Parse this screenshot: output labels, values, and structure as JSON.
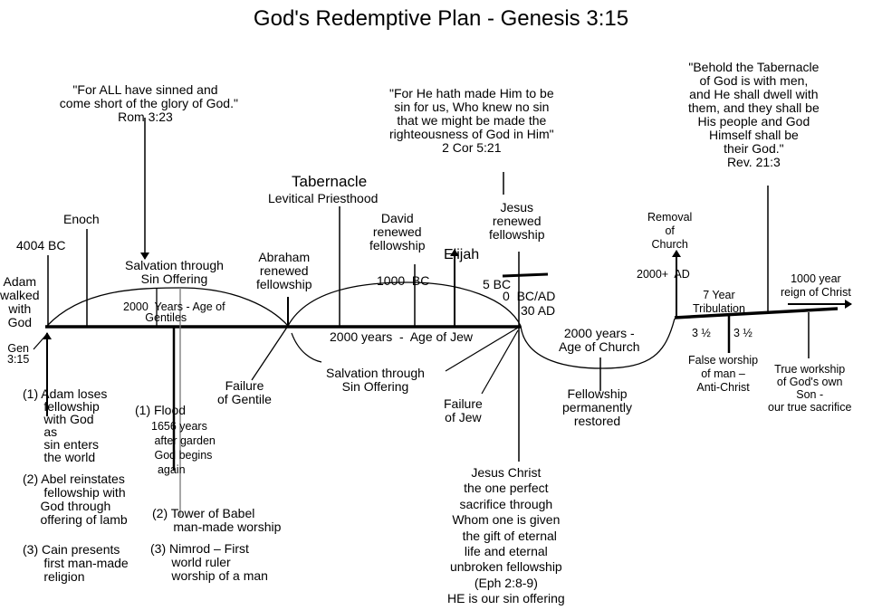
{
  "title": "God's Redemptive Plan - Genesis 3:15",
  "quotes": {
    "rom": "\"For ALL have sinned and\n  come short of the glory of God.\"\nRom 3:23",
    "cor": "\"For He hath made Him to be\nsin for us, Who knew no sin\nthat we might be made the\nrighteousness of God in Him\"\n2 Cor 5:21",
    "rev": "\"Behold the Tabernacle\nof God is with men,\nand He shall dwell with\nthem, and they shall be\nHis people and God\nHimself shall be\ntheir God.\"\nRev. 21:3"
  },
  "labels": {
    "adam_walked": "Adam\nwalked\nwith\nGod",
    "bc4004": "4004 BC",
    "enoch": "Enoch",
    "gen315": "Gen\n3:15",
    "salvation1": "Salvation through\nSin Offering",
    "age_gentiles": "2000  Years - Age of\n       Gentiles",
    "abraham": "Abraham\nrenewed\nfellowship",
    "failure_gentile": "Failure\nof Gentile",
    "tabernacle": "Tabernacle",
    "levitical": "Levitical Priesthood",
    "david": "David\nrenewed\nfellowship",
    "bc1000": "1000  BC",
    "elijah": "Elijah",
    "bc5": "5 BC",
    "bcad": "0  BC/AD",
    "ad30": "30 AD",
    "age_jew": "2000 years  -  Age of Jew",
    "salvation2": "Salvation through\nSin Offering",
    "failure_jew": "Failure\nof Jew",
    "jesus_renewed": "Jesus\nrenewed\nfellowship",
    "jesus_christ": "Jesus Christ\nthe one perfect\nsacrifice through\nWhom one is given\n  the gift of eternal\nlife and eternal\nunbroken fellowship\n(Eph 2:8-9)\nHE is our sin offering",
    "age_church": "2000 years -\nAge of Church",
    "fellowship_restored": "Fellowship\npermanently\nrestored",
    "removal": "Removal\nof\nChurch",
    "ad2000": "2000+  AD",
    "tribulation": "7 Year\nTribulation",
    "half1": "3 ½",
    "half2": "3 ½",
    "false_worship": "False worship\nof man –\nAnti-Christ",
    "reign": "1000 year\nreign of Christ",
    "true_worship": "True workship\nof God's own\nSon -\nour true sacrifice"
  },
  "notes": {
    "adam1": "(1) Adam loses\n      fellowship\n      with God\n      as\n      sin enters\n      the world",
    "abel": "(2) Abel reinstates\n      fellowship with\n     God through\n     offering of lamb",
    "cain": "(3) Cain presents\n      first man-made\n      religion",
    "flood": "(1) Flood",
    "flood_detail": "1656 years\n after garden\n God begins\n  again",
    "babel": "(2) Tower of Babel\n      man-made worship",
    "nimrod": "(3) Nimrod – First\n      world ruler\n      worship of a man"
  }
}
